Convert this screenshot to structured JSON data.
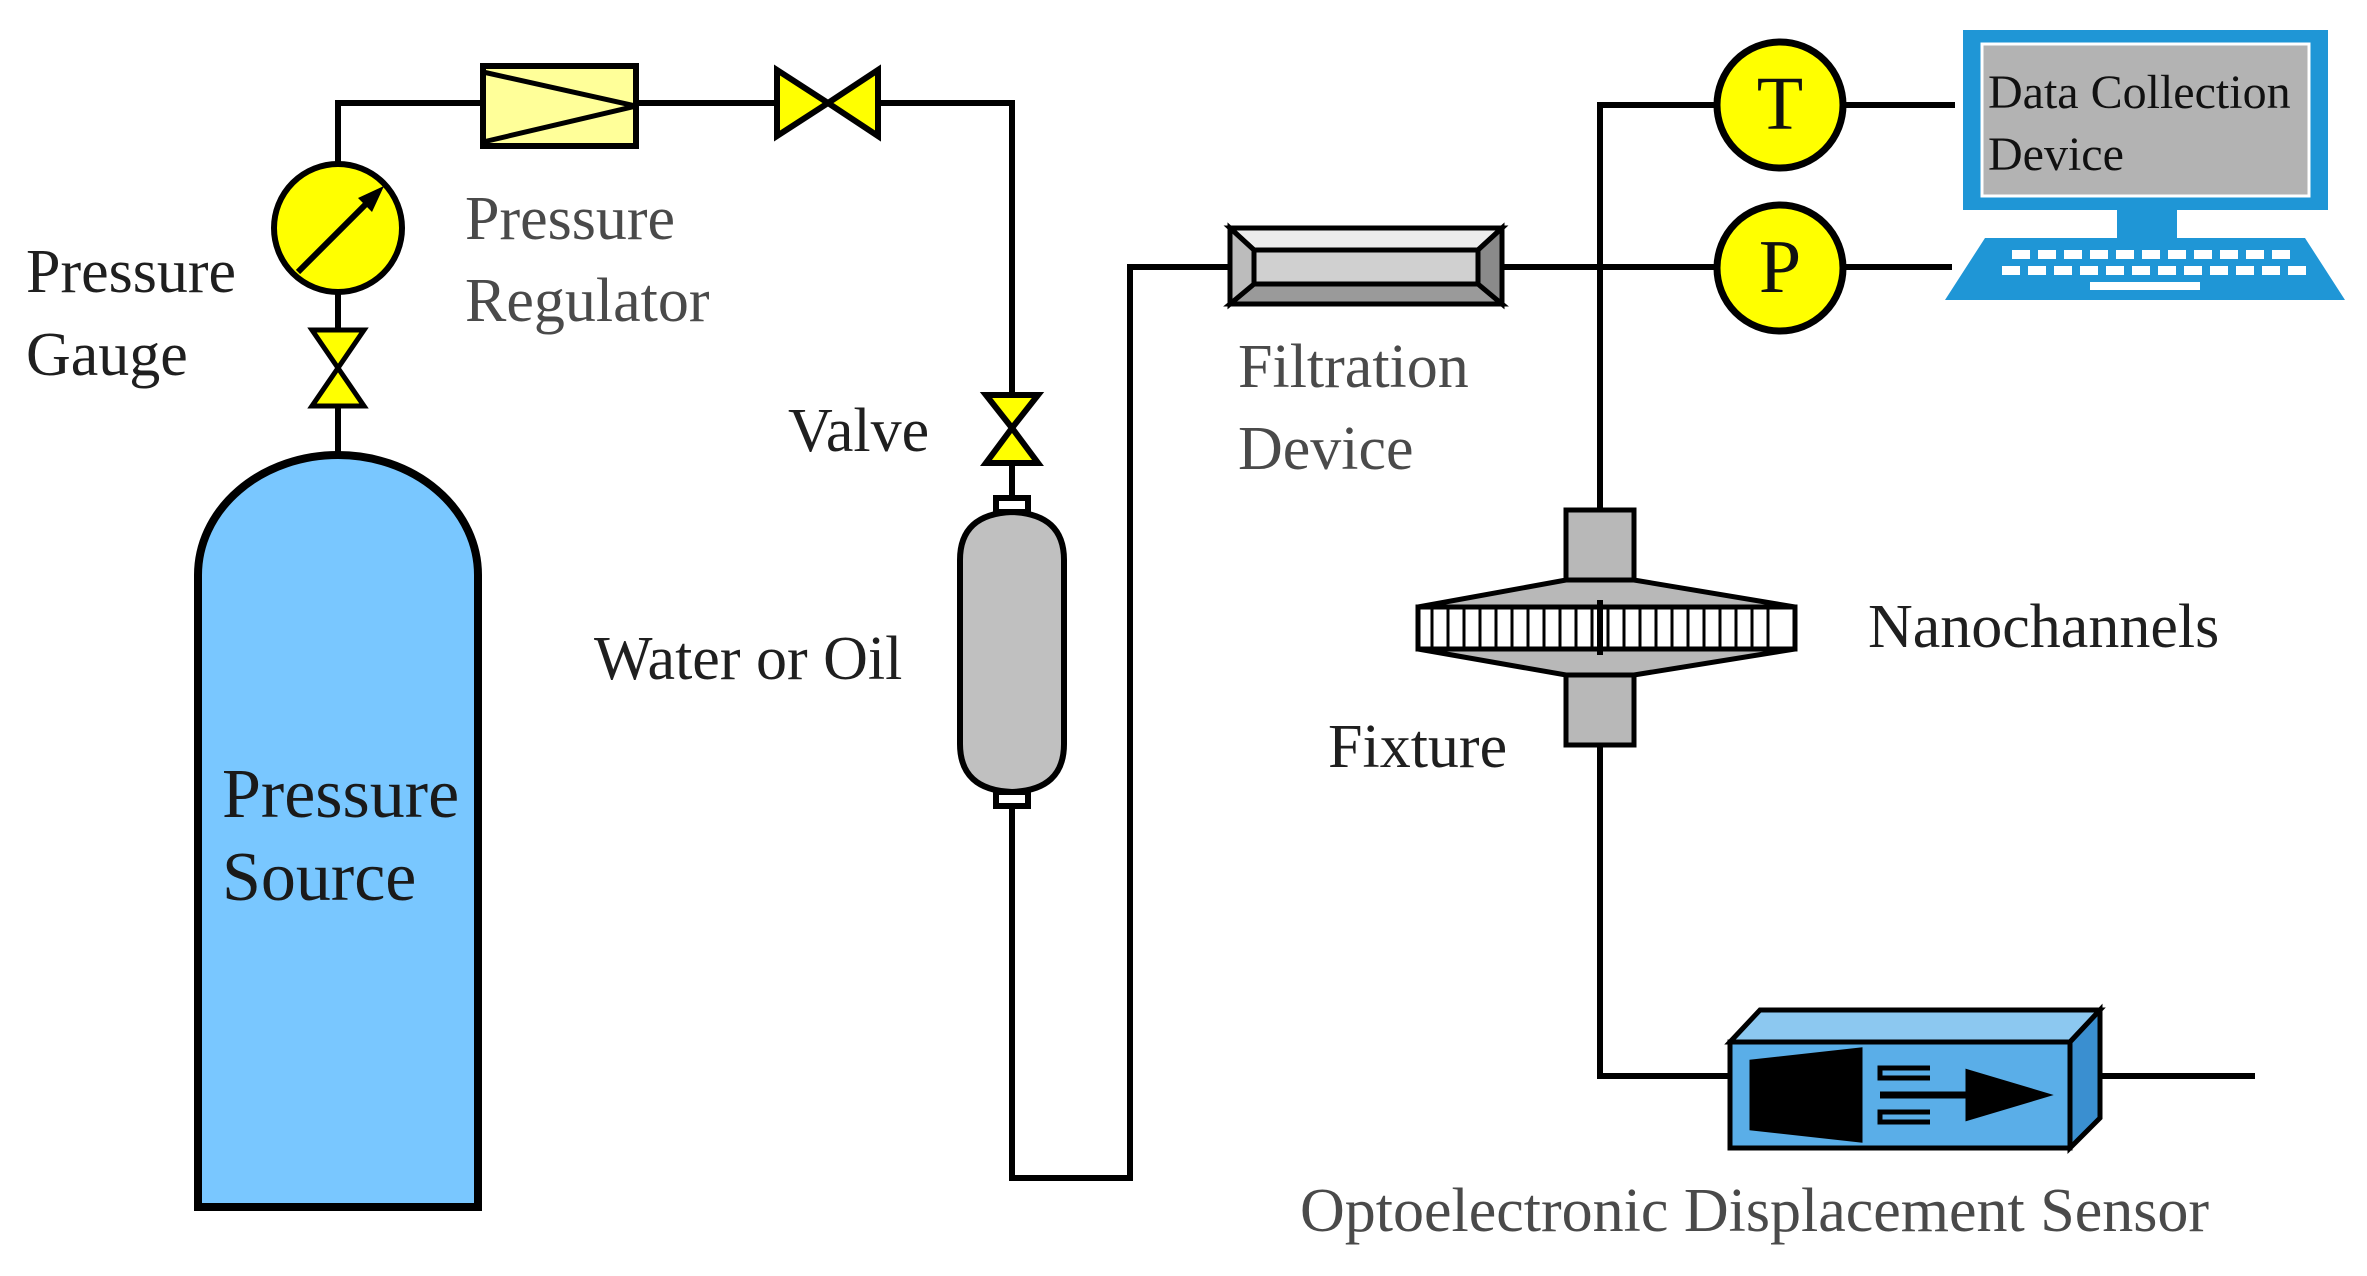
{
  "labels": {
    "pressure_gauge": [
      "Pressure",
      "Gauge"
    ],
    "pressure_regulator": [
      "Pressure",
      "Regulator"
    ],
    "valve": "Valve",
    "water_or_oil": "Water or Oil",
    "pressure_source": [
      "Pressure",
      "Source"
    ],
    "filtration_device": [
      "Filtration",
      "Device"
    ],
    "nanochannels": "Nanochannels",
    "fixture": "Fixture",
    "optoelectronic_sensor": "Optoelectronic Displacement Sensor",
    "data_collection_device": [
      "Data Collection",
      "Device"
    ],
    "temperature_sensor": "T",
    "pressure_sensor": "P"
  },
  "colors": {
    "line": "#000000",
    "yellow": "#ffff00",
    "regulator_fill": "#ffff99",
    "cylinder_blue": "#79c7ff",
    "computer_blue": "#1f96d6",
    "screen_gray": "#b3b3b3",
    "container_gray": "#c0c0c0",
    "sensor_blue": "#5aaee8"
  }
}
